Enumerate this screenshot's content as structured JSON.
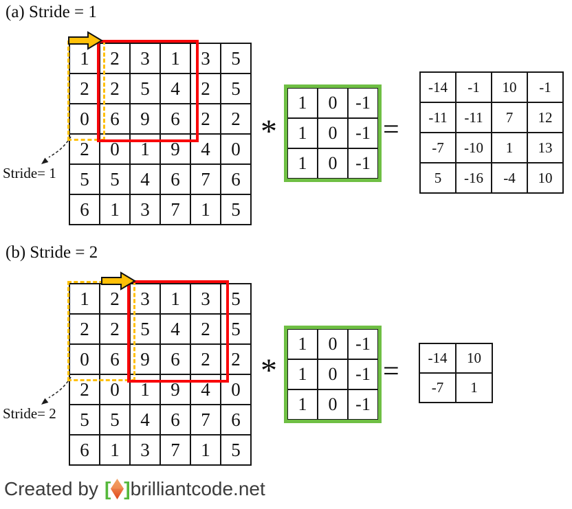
{
  "sections": [
    {
      "title": "(a) Stride = 1",
      "stride_label": "Stride= 1",
      "input": [
        [
          1,
          2,
          3,
          1,
          3,
          5
        ],
        [
          2,
          2,
          5,
          4,
          2,
          5
        ],
        [
          0,
          6,
          9,
          6,
          2,
          2
        ],
        [
          2,
          0,
          1,
          9,
          4,
          0
        ],
        [
          5,
          5,
          4,
          6,
          7,
          6
        ],
        [
          6,
          1,
          3,
          7,
          1,
          5
        ]
      ],
      "kernel": [
        [
          1,
          0,
          -1
        ],
        [
          1,
          0,
          -1
        ],
        [
          1,
          0,
          -1
        ]
      ],
      "output": [
        [
          -14,
          -1,
          10,
          -1
        ],
        [
          -11,
          -11,
          7,
          12
        ],
        [
          -7,
          -10,
          1,
          13
        ],
        [
          5,
          -16,
          -4,
          10
        ]
      ]
    },
    {
      "title": "(b) Stride = 2",
      "stride_label": "Stride= 2",
      "input": [
        [
          1,
          2,
          3,
          1,
          3,
          5
        ],
        [
          2,
          2,
          5,
          4,
          2,
          5
        ],
        [
          0,
          6,
          9,
          6,
          2,
          2
        ],
        [
          2,
          0,
          1,
          9,
          4,
          0
        ],
        [
          5,
          5,
          4,
          6,
          7,
          6
        ],
        [
          6,
          1,
          3,
          7,
          1,
          5
        ]
      ],
      "kernel": [
        [
          1,
          0,
          -1
        ],
        [
          1,
          0,
          -1
        ],
        [
          1,
          0,
          -1
        ]
      ],
      "output": [
        [
          -14,
          10
        ],
        [
          -7,
          1
        ]
      ]
    }
  ],
  "symbols": {
    "convolution": "*",
    "equals": "="
  },
  "footer": {
    "created_by": "Created by",
    "bracket_left": "[",
    "bracket_right": "]",
    "site": "brilliantcode.net"
  },
  "colors": {
    "red_box": "#F90509",
    "yellow_box": "#FFC008",
    "arrow_fill": "#FFC008",
    "kernel_border": "#6FBF44",
    "grid_line": "#161616",
    "footer_text": "#3C3C3C",
    "bracket_green": "#55B83B",
    "diamond_top": "#F6AC6B",
    "diamond_bottom": "#E0471C"
  }
}
